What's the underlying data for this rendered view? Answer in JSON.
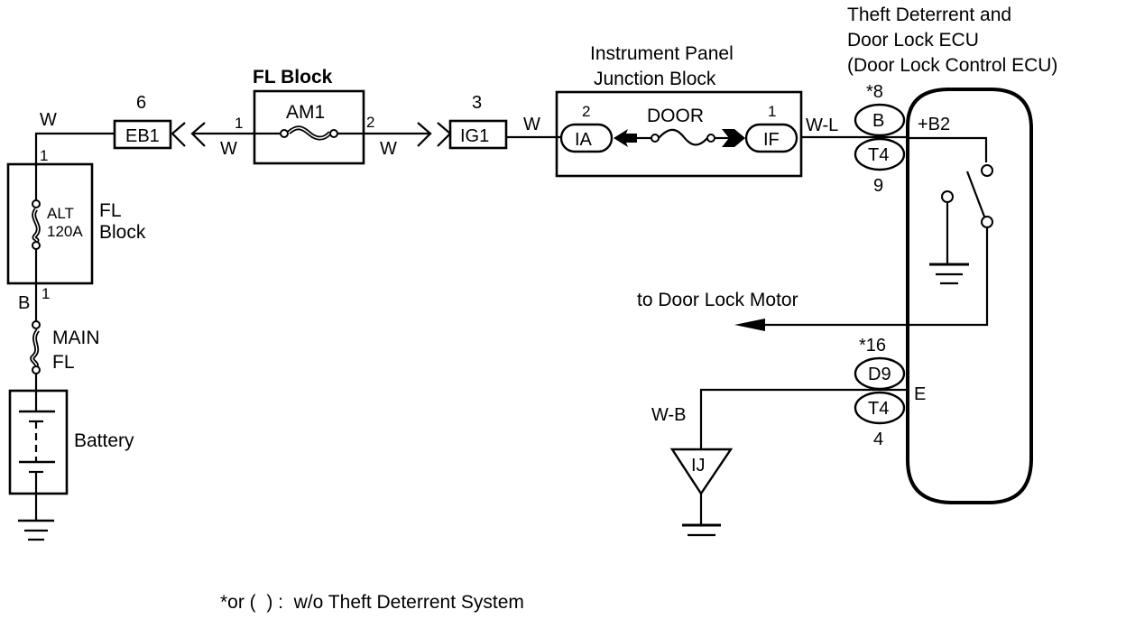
{
  "diagram": {
    "colors": {
      "ink": "#000000",
      "paper": "#ffffff"
    },
    "power_source": {
      "battery_label": "Battery",
      "main_fuse": {
        "line1": "MAIN",
        "line2": "FL"
      },
      "fl_block_left": {
        "label_line1": "FL",
        "label_line2": "Block",
        "fuse_line1": "ALT",
        "fuse_line2": "120A",
        "pin_top": "1",
        "pin_bottom": "1"
      },
      "wire_bottom": "B",
      "wire_top": "W"
    },
    "connector_eb1": {
      "name": "EB1",
      "pin": "6"
    },
    "fl_block_am1": {
      "title": "FL Block",
      "fuse": "AM1",
      "pin_in": "1",
      "pin_out": "2",
      "wire_in": "W",
      "wire_out": "W"
    },
    "connector_ig1": {
      "name": "IG1",
      "pin": "3",
      "wire_out": "W"
    },
    "junction_block": {
      "title_line1": "Instrument Panel",
      "title_line2": "Junction Block",
      "fuse": "DOOR",
      "left_connector": {
        "name": "IA",
        "pin": "2"
      },
      "right_connector": {
        "name": "IF",
        "pin": "1"
      },
      "wire_out": "W-L"
    },
    "ecu": {
      "title_line1": "Theft Deterrent and",
      "title_line2": "Door Lock ECU",
      "title_line3": "(Door Lock Control ECU)",
      "terminal_b2": "+B2",
      "terminal_e": "E",
      "top_connectors": {
        "star_pin": "*8",
        "upper": "B",
        "lower": "T4",
        "pin_below": "9"
      },
      "bottom_connectors": {
        "star_pin": "*16",
        "upper": "D9",
        "lower": "T4",
        "pin_below": "4"
      }
    },
    "output_label": "to Door Lock Motor",
    "ground": {
      "connector": "IJ",
      "wire": "W-B"
    },
    "footnote": "*or (  ) :  w/o Theft Deterrent System"
  }
}
